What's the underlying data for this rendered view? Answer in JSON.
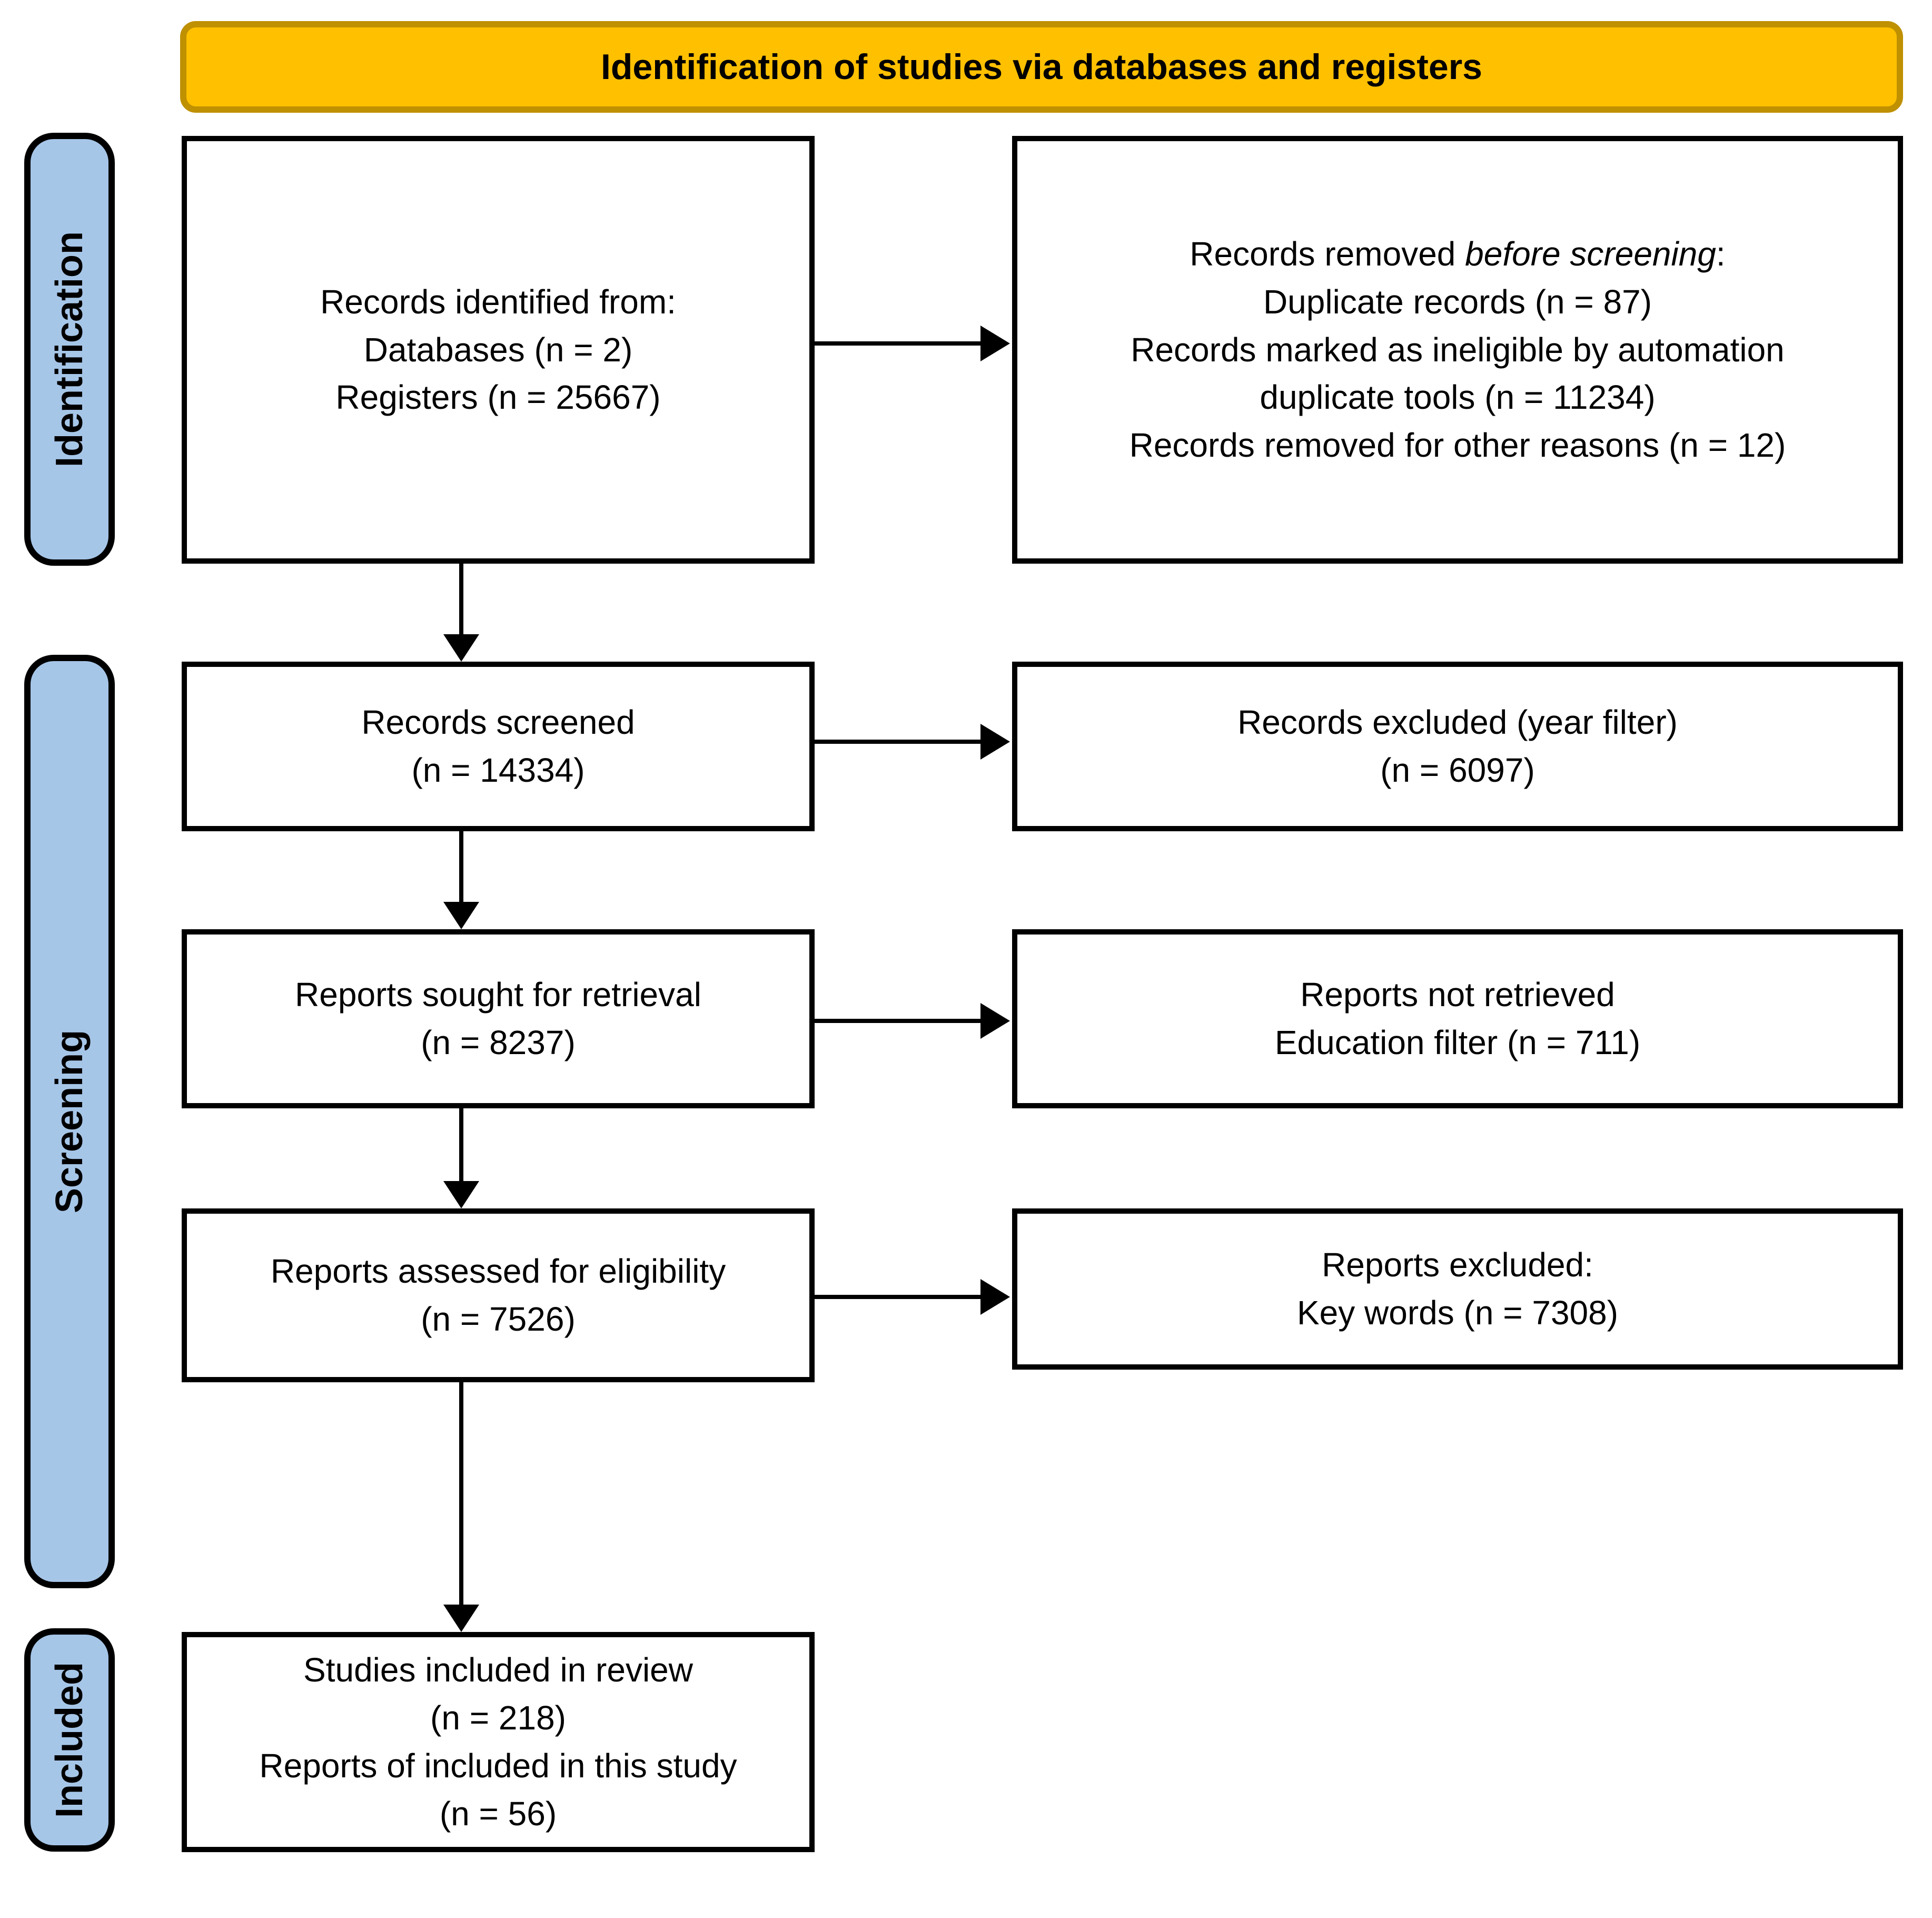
{
  "colors": {
    "banner_fill": "#FFC000",
    "banner_border": "#BF9000",
    "stage_fill": "#A6C6E8",
    "line_color": "#000000"
  },
  "banner": {
    "title": "Identification of studies via databases and registers"
  },
  "sidebar_stages": {
    "identification": "Identification",
    "screening": "Screening",
    "included": "Included"
  },
  "boxes": {
    "records_identified": {
      "lines": [
        "Records identified from:",
        "Databases (n = 2)",
        "Registers (n = 25667)"
      ]
    },
    "records_removed": {
      "heading_prefix": "Records removed ",
      "heading_italic": "before screening",
      "heading_suffix": ":",
      "lines": [
        "Duplicate records (n = 87)",
        "Records marked as ineligible by automation",
        "duplicate tools (n = 11234)",
        "Records removed for other reasons (n = 12)"
      ]
    },
    "records_screened": {
      "lines": [
        "Records screened",
        "(n = 14334)"
      ]
    },
    "records_excluded_year_filter": {
      "lines": [
        "Records excluded (year filter)",
        "(n = 6097)"
      ]
    },
    "reports_sought_for_retrieval": {
      "lines": [
        "Reports sought for retrieval",
        "(n = 8237)"
      ]
    },
    "reports_not_retrieved": {
      "lines": [
        "Reports not retrieved",
        "Education filter (n = 711)"
      ]
    },
    "reports_assessed_for_eligibility": {
      "lines": [
        "Reports assessed for eligibility",
        "(n = 7526)"
      ]
    },
    "reports_excluded": {
      "lines": [
        "Reports excluded:",
        "Key words (n = 7308)"
      ]
    },
    "studies_included_in_review": {
      "lines": [
        "Studies included in review",
        "(n = 218)",
        "Reports of included in this study",
        "(n = 56)"
      ]
    }
  }
}
